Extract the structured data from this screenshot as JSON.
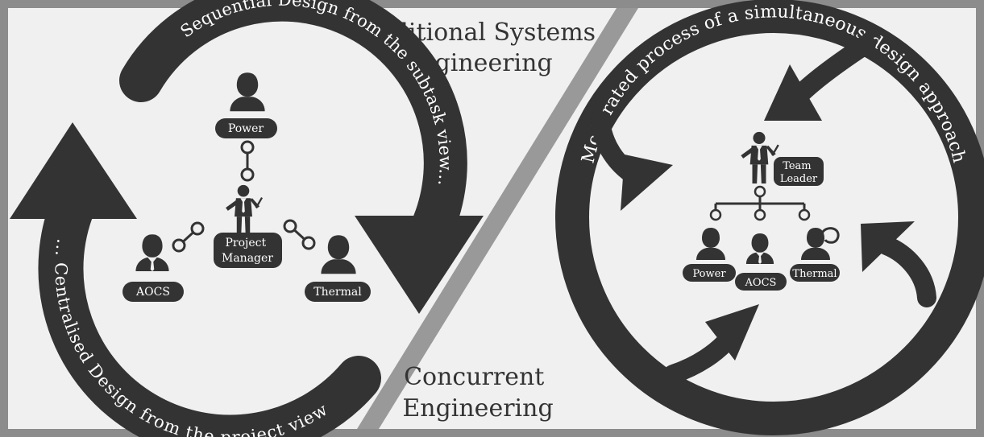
{
  "left_panel": {
    "heading_lines": [
      "Traditional Systems",
      "Engineering"
    ],
    "top_arrow_text": "Sequential Design from the subtask view...",
    "bottom_arrow_text": "... Centralised Design from the project view",
    "roles": {
      "power": "Power",
      "project_manager_lines": [
        "Project",
        "Manager"
      ],
      "aocs": "AOCS",
      "thermal": "Thermal"
    }
  },
  "right_panel": {
    "heading_lines": [
      "Concurrent",
      "Engineering"
    ],
    "circle_text": "Moderated process of a simultaneous design approach",
    "roles": {
      "team_leader_lines": [
        "Team",
        "Leader"
      ],
      "power": "Power",
      "aocs": "AOCS",
      "thermal": "Thermal"
    }
  },
  "colors": {
    "background": "#f0f0f0",
    "frame": "#8c8c8c",
    "shape": "#333333",
    "divider": "#999999",
    "label_text": "#ffffff"
  }
}
